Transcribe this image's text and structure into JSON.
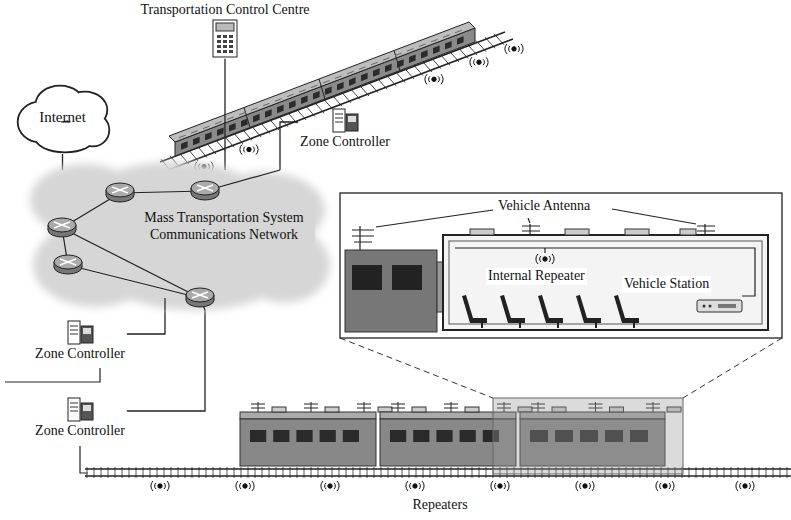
{
  "diagram": {
    "nodes": [
      {
        "text": [
          "Transportation Control Centre"
        ]
      },
      {
        "text": [
          "Internet"
        ]
      },
      {
        "text": [
          "Mass Transportation System Communications Network"
        ]
      },
      {
        "text": [
          "Zone Controller"
        ]
      },
      {
        "text": [
          "Zone Controller"
        ]
      },
      {
        "text": [
          "Zone Controller"
        ]
      }
    ],
    "edges": [
      {
        "from": 0,
        "to": 2,
        "arrow": "none"
      },
      {
        "from": 1,
        "to": 2,
        "arrow": "none"
      },
      {
        "from": 3,
        "to": 2,
        "arrow": "none"
      },
      {
        "from": 4,
        "to": 2,
        "arrow": "none"
      },
      {
        "from": 5,
        "to": 2,
        "arrow": "none"
      }
    ],
    "labels": [
      "Vehicle Antenna",
      "Internal Repeater",
      "Vehicle Station",
      "Repeaters"
    ]
  }
}
